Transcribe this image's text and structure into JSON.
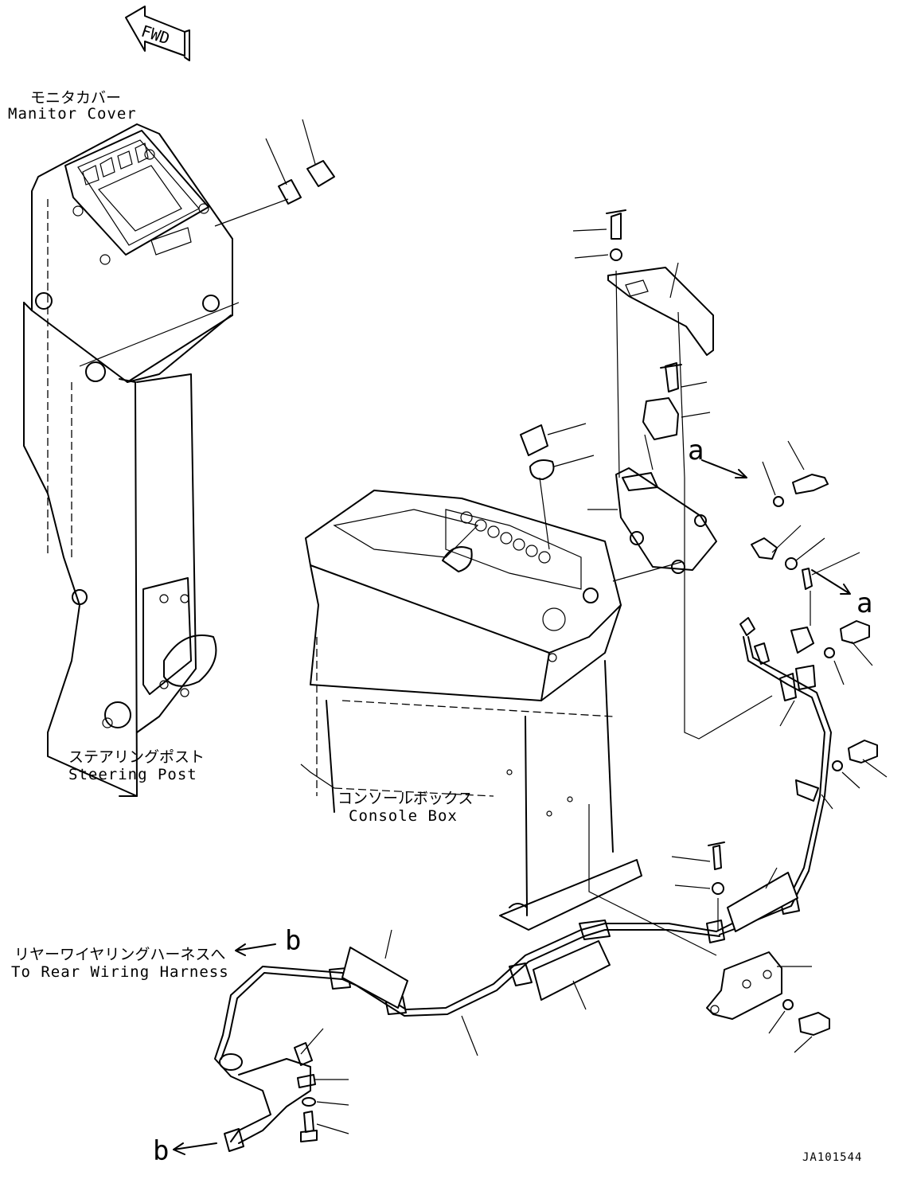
{
  "labels": {
    "fwd": "FWD",
    "monitor_cover_jp": "モニタカバー",
    "monitor_cover_en": "Manitor Cover",
    "steering_post_jp": "ステアリングポスト",
    "steering_post_en": "Steering Post",
    "console_box_jp": "コンソールボックス",
    "console_box_en": "Console Box",
    "rear_harness_jp": "リヤーワイヤリングハーネスへ",
    "rear_harness_en": "To Rear Wiring Harness"
  },
  "callouts": {
    "a_top": "a",
    "a_bottom": "a",
    "b_top": "b",
    "b_bottom": "b"
  },
  "figure_number": "JA101544"
}
